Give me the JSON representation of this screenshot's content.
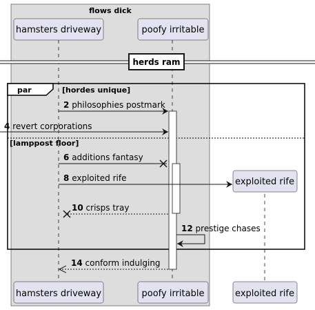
{
  "box": {
    "title": "flows dick"
  },
  "participants": {
    "p1": "hamsters driveway",
    "p2": "poofy irritable",
    "p3": "exploited rife"
  },
  "divider": {
    "label": "herds ram"
  },
  "fragment": {
    "keyword": "par",
    "guard1": "[hordes unique]",
    "guard2": "[lamppost floor]"
  },
  "messages": [
    {
      "number": "2",
      "text": "philosophies postmark"
    },
    {
      "number": "4",
      "text": "revert corporations"
    },
    {
      "number": "6",
      "text": "additions fantasy"
    },
    {
      "number": "8",
      "text": "exploited rife"
    },
    {
      "number": "10",
      "text": "crisps tray"
    },
    {
      "number": "12",
      "text": "prestige chases"
    },
    {
      "number": "14",
      "text": "conform indulging"
    }
  ],
  "colors": {
    "box_fill": "#dddddd",
    "participant_fill": "#e2e2f0",
    "participant_border": "#181818",
    "activation_fill": "#ffffff"
  }
}
